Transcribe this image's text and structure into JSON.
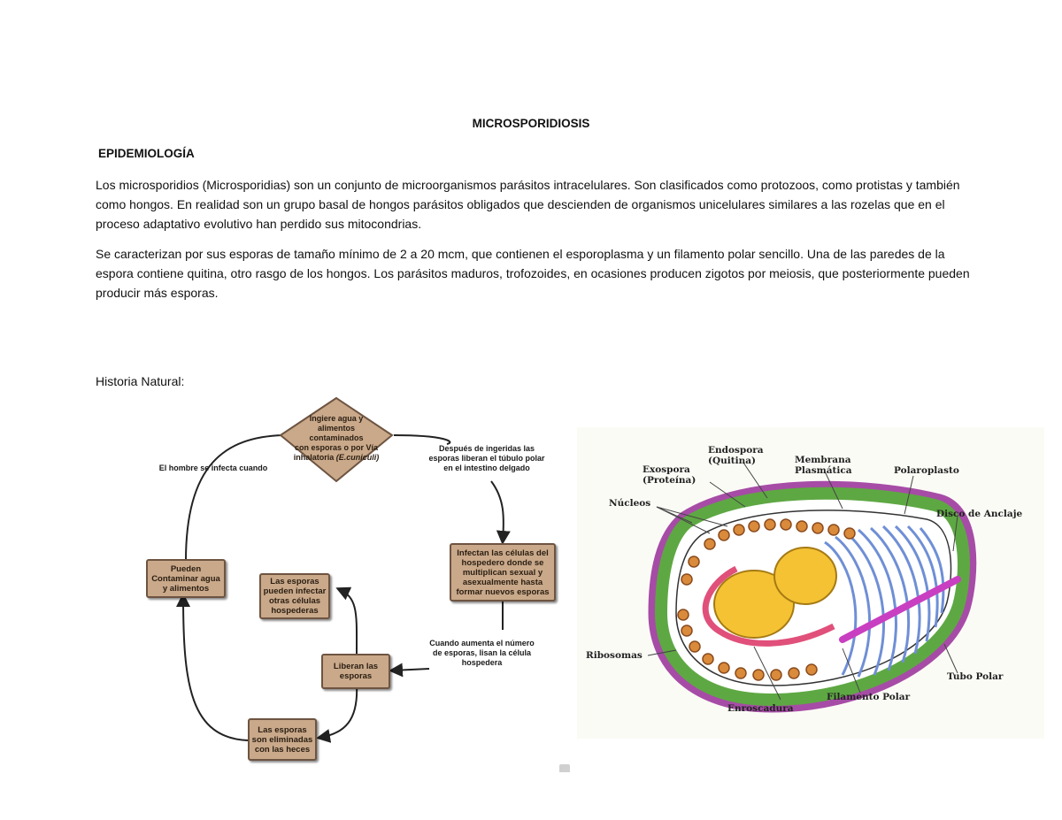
{
  "document": {
    "title": "MICROSPORIDIOSIS",
    "section_heading": "EPIDEMIOLOGÍA",
    "paragraphs": [
      "Los microsporidios (Microsporidias) son un conjunto de microorganismos parásitos intracelulares. Son clasificados como protozoos, como protistas y también como hongos. En realidad son un grupo basal de hongos parásitos obligados que descienden de organismos unicelulares similares a las rozelas que en el proceso adaptativo evolutivo han perdido sus mitocondrias.",
      "Se caracterizan por sus esporas de tamaño mínimo  de 2 a 20 mcm, que contienen el esporoplasma y un filamento polar sencillo. Una de las paredes de la espora contiene quitina, otro rasgo de los hongos. Los parásitos maduros, trofozoides, en ocasiones producen zigotos por meiosis, que posteriormente pueden producir más esporas."
    ],
    "natural_history_label": "Historia Natural:"
  },
  "cycle_diagram": {
    "diamond": {
      "line1": "Ingiere agua y",
      "line2": "alimentos contaminados",
      "line3": "con esporas o por Vía",
      "line4": "inhalatoria",
      "line4_italic": "(E.cuniculi)"
    },
    "box_infect": "Infectan las células del hospedero donde se multiplican sexual y asexualmente hasta formar nuevos esporas",
    "box_release": "Liberan las esporas",
    "box_eliminated": "Las esporas son eliminadas con las heces",
    "box_contaminate": "Pueden Contaminar agua y alimentos",
    "box_infect_other": "Las esporas pueden infectar otras células hospederas",
    "caption_infected": "El hombre se infecta cuando",
    "caption_after_ingest": "Después de ingeridas las esporas liberan el túbulo polar en el intestino delgado",
    "caption_increase": "Cuando aumenta el número de esporas, lisan la célula hospedera"
  },
  "spore_diagram": {
    "labels": {
      "endospora": "Endospora",
      "endospora_sub": "(Quitina)",
      "exospora": "Exospora",
      "exospora_sub": "(Proteína)",
      "membrana": "Membrana",
      "membrana_sub": "Plasmática",
      "polaroplasto": "Polaroplasto",
      "disco": "Disco de Anclaje",
      "nucleos": "Núcleos",
      "ribosomas": "Ribosomas",
      "tubo": "Tubo Polar",
      "filamento": "Filamento Polar",
      "enroscadura": "Enroscadura"
    },
    "colors": {
      "outer": "#a64ca6",
      "green": "#5ea843",
      "nucleus": "#f4c233",
      "coil": "#e0507a",
      "polaroplast": "#6f8fd6",
      "ribosome": "#d98a3a"
    }
  }
}
